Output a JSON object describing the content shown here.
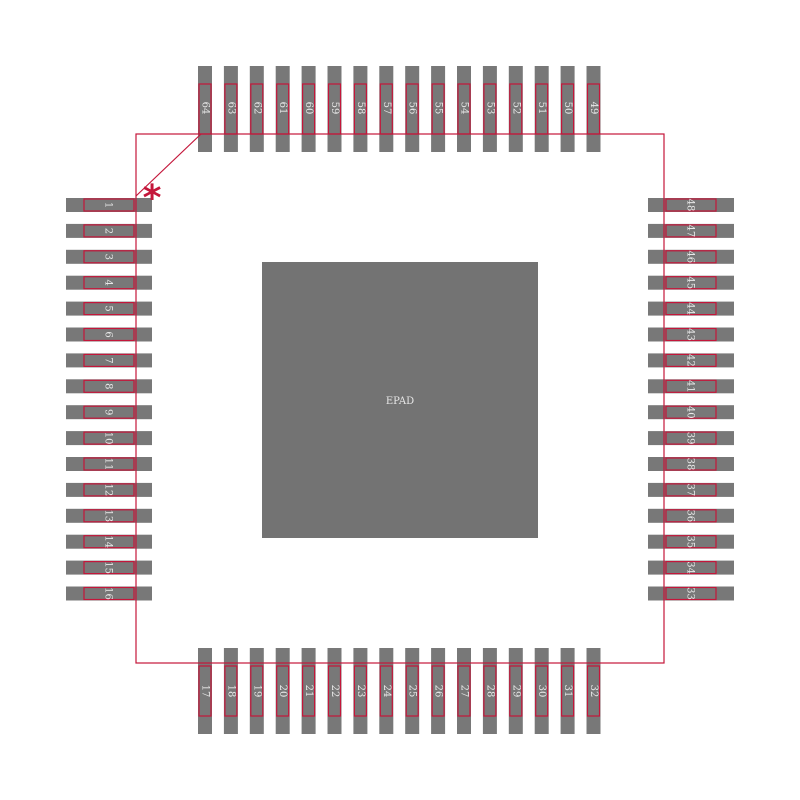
{
  "footprint": {
    "epad_label": "EPAD",
    "pin1_marker": "*",
    "colors": {
      "background": "#ffffff",
      "pad_fill": "#787878",
      "epad_fill": "#737373",
      "pin_outline": "#c4163a",
      "body_outline": "#c4163a",
      "label_text": "#e8e8e8"
    },
    "sides": {
      "left": [
        "1",
        "2",
        "3",
        "4",
        "5",
        "6",
        "7",
        "8",
        "9",
        "10",
        "11",
        "12",
        "13",
        "14",
        "15",
        "16"
      ],
      "bottom": [
        "17",
        "18",
        "19",
        "20",
        "21",
        "22",
        "23",
        "24",
        "25",
        "26",
        "27",
        "28",
        "29",
        "30",
        "31",
        "32"
      ],
      "right": [
        "33",
        "34",
        "35",
        "36",
        "37",
        "38",
        "39",
        "40",
        "41",
        "42",
        "43",
        "44",
        "45",
        "46",
        "47",
        "48"
      ],
      "top": [
        "49",
        "50",
        "51",
        "52",
        "53",
        "54",
        "55",
        "56",
        "57",
        "58",
        "59",
        "60",
        "61",
        "62",
        "63",
        "64"
      ]
    }
  }
}
